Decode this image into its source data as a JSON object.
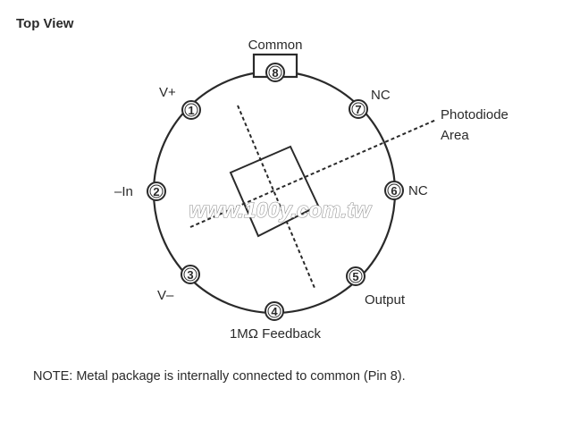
{
  "diagram": {
    "title": "Top View",
    "watermark": "www.100y.com.tw",
    "note": "NOTE: Metal package is internally connected to common (Pin 8).",
    "photodiode_label_line1": "Photodiode",
    "photodiode_label_line2": "Area",
    "pins": [
      {
        "number": "1",
        "label": "V+"
      },
      {
        "number": "2",
        "label": "–In"
      },
      {
        "number": "3",
        "label": "V–"
      },
      {
        "number": "4",
        "label": "1MΩ Feedback"
      },
      {
        "number": "5",
        "label": "Output"
      },
      {
        "number": "6",
        "label": "NC"
      },
      {
        "number": "7",
        "label": "NC"
      },
      {
        "number": "8",
        "label": "Common"
      }
    ]
  }
}
